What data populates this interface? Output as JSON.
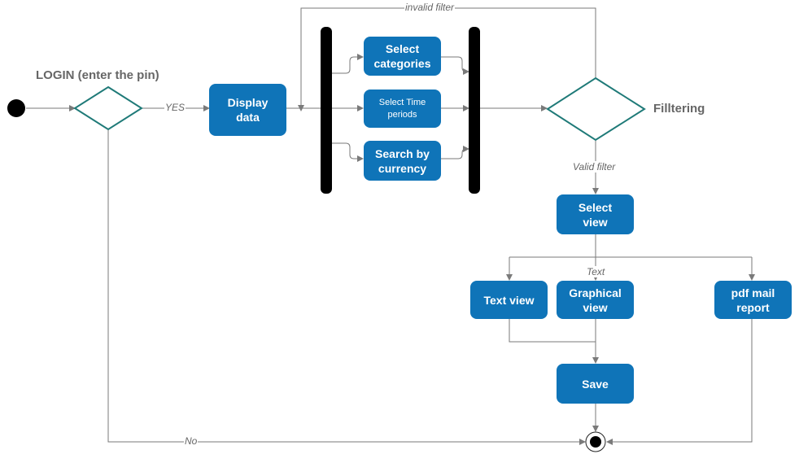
{
  "colors": {
    "box": "#0f74b8",
    "diamond_stroke": "#1f7a78",
    "line": "#7a7a7a",
    "bar": "#000000"
  },
  "labels": {
    "login": "LOGIN (enter the pin)",
    "filtering": "Filltering",
    "yes": "YES",
    "no": "No",
    "invalid_filter": "invalid filter",
    "valid_filter": "Valid filter",
    "text": "Text"
  },
  "nodes": {
    "display_data": "Display\ndata",
    "select_categories": "Select\ncategories",
    "select_time_periods": "Select Time\nperiods",
    "search_by_currency": "Search by\ncurrency",
    "select_view": "Select\nview",
    "text_view": "Text view",
    "graphical_view": "Graphical\nview",
    "pdf_mail_report": "pdf mail\nreport",
    "save": "Save"
  }
}
